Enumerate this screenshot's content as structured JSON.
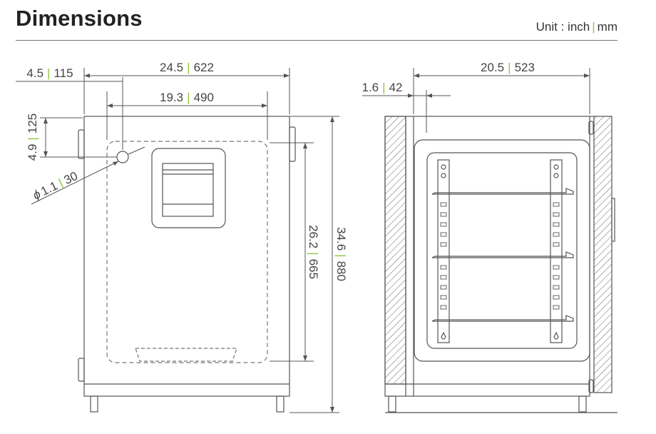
{
  "header": {
    "title": "Dimensions",
    "unit_label": "Unit : inch",
    "unit_separator": "|",
    "unit_mm": "mm"
  },
  "colors": {
    "accent_separator": "#8dc63f",
    "line": "#555555",
    "dashed": "#777777"
  },
  "dimensions": {
    "left_offset": {
      "inch": "4.5",
      "mm": "115"
    },
    "front_width": {
      "inch": "24.5",
      "mm": "622"
    },
    "inner_width": {
      "inch": "19.3",
      "mm": "490"
    },
    "port_height": {
      "inch": "4.9",
      "mm": "125"
    },
    "port_diameter": {
      "prefix": "ϕ",
      "inch": "1.1",
      "mm": "30"
    },
    "inner_height": {
      "inch": "26.2",
      "mm": "665"
    },
    "total_height": {
      "inch": "34.6",
      "mm": "880"
    },
    "side_depth": {
      "inch": "20.5",
      "mm": "523"
    },
    "side_offset": {
      "inch": "1.6",
      "mm": "42"
    }
  },
  "separator": "|"
}
